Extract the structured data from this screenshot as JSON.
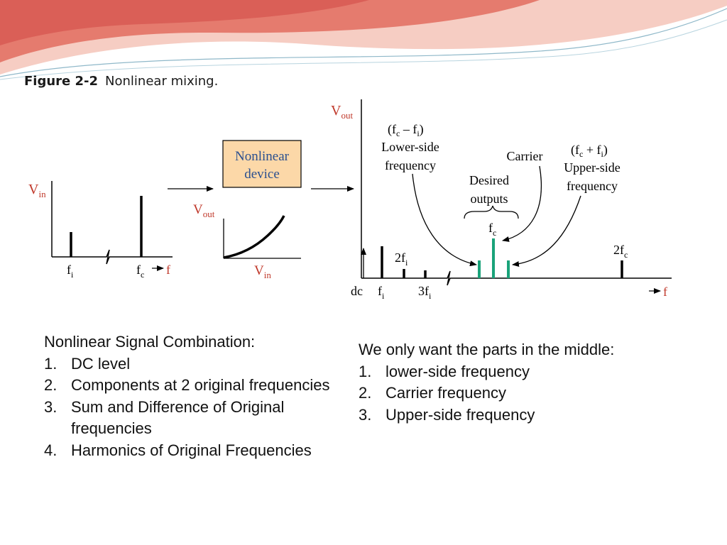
{
  "caption": {
    "figure_number": "Figure 2-2",
    "title": "Nonlinear mixing."
  },
  "colors": {
    "swoosh_dark": "#e06b61",
    "swoosh_light": "#f4c2b8",
    "box_fill": "#fcd8a8",
    "output_green": "#1aa37a",
    "axis": "#000000"
  },
  "figure": {
    "input_spectrum": {
      "y_label": {
        "main": "V",
        "sub": "in"
      },
      "x_ticks": [
        {
          "main": "f",
          "sub": "i"
        },
        {
          "main": "f",
          "sub": "c"
        }
      ],
      "x_axis_label": "f"
    },
    "device": {
      "box_line1": "Nonlinear",
      "box_line2": "device",
      "curve_y_label": {
        "main": "V",
        "sub": "out"
      },
      "curve_x_label": {
        "main": "V",
        "sub": "in"
      }
    },
    "output_spectrum": {
      "y_label": {
        "main": "V",
        "sub": "out"
      },
      "x_axis_label": "f",
      "dc_label": "dc",
      "fi_label": {
        "main": "f",
        "sub": "i"
      },
      "two_fi_label": {
        "pre": "2f",
        "sub": "i"
      },
      "three_fi_label": {
        "pre": "3f",
        "sub": "i"
      },
      "two_fc_label": {
        "pre": "2f",
        "sub": "c"
      },
      "fc_label": {
        "main": "f",
        "sub": "c"
      },
      "lower_side": {
        "formula_open": "(f",
        "formula_c": "c",
        "formula_mid": " – f",
        "formula_i": "i",
        "formula_close": ")",
        "line1": "Lower-side",
        "line2": "frequency"
      },
      "carrier_label": "Carrier",
      "upper_side": {
        "formula_open": "(f",
        "formula_c": "c",
        "formula_mid": " + f",
        "formula_i": "i",
        "formula_close": ")",
        "line1": "Upper-side",
        "line2": "frequency"
      },
      "desired": {
        "line1": "Desired",
        "line2": "outputs"
      }
    }
  },
  "notes_left": {
    "heading": "Nonlinear Signal Combination:",
    "items": [
      {
        "num": "1.",
        "text": "DC level"
      },
      {
        "num": "2.",
        "text": "Components at 2 original frequencies"
      },
      {
        "num": "3.",
        "text": "Sum and Difference of Original frequencies"
      },
      {
        "num": "4.",
        "text": "Harmonics of Original Frequencies"
      }
    ]
  },
  "notes_right": {
    "heading": "We only want the parts in the middle:",
    "items": [
      {
        "num": "1.",
        "text": "lower-side frequency"
      },
      {
        "num": "2.",
        "text": "Carrier frequency"
      },
      {
        "num": "3.",
        "text": "Upper-side frequency"
      }
    ]
  }
}
